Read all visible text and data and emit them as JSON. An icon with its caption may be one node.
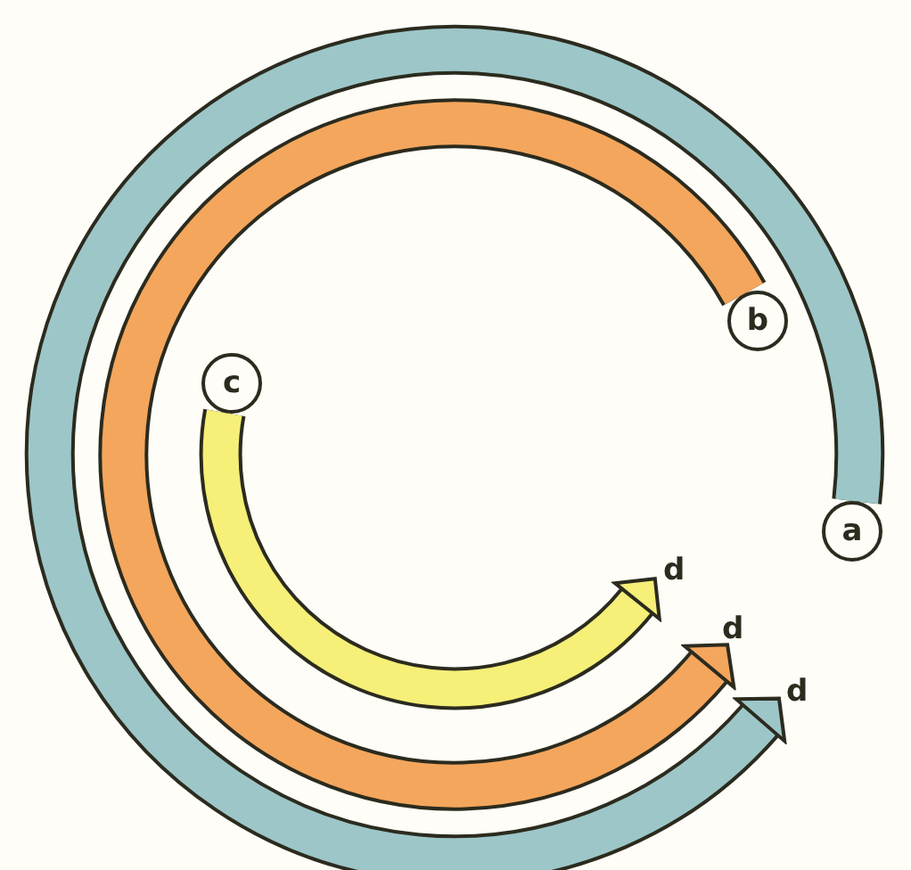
{
  "diagram": {
    "nodes": [
      {
        "text": [
          "b"
        ]
      },
      {
        "text": [
          "c"
        ]
      },
      {
        "text": [
          "a"
        ]
      },
      {
        "text": [
          "d"
        ]
      },
      {
        "text": [
          "d"
        ]
      },
      {
        "text": [
          "d"
        ]
      }
    ],
    "edges": [
      {
        "from": 0,
        "to": 4,
        "arrow": "to",
        "color": "#f4a65c"
      },
      {
        "from": 1,
        "to": 3,
        "arrow": "to",
        "color": "#f6ef78"
      },
      {
        "from": 2,
        "to": 5,
        "arrow": "to",
        "color": "#9dc6c8"
      }
    ]
  }
}
